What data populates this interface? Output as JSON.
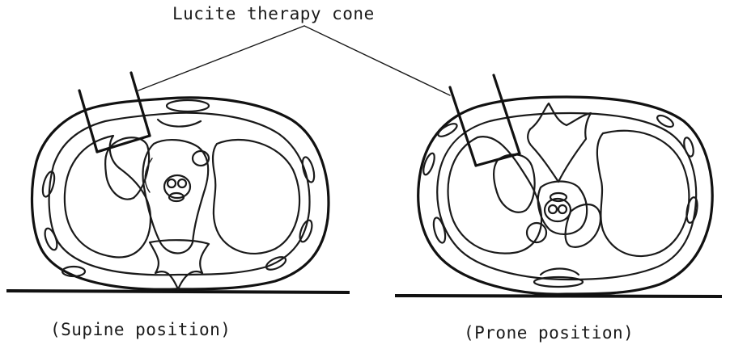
{
  "labels": {
    "cone": "Lucite therapy cone",
    "supine_caption": "(Supine position)",
    "prone_caption": "(Prone position)"
  },
  "colors": {
    "ink": "#1a1a1a",
    "background": "#ffffff"
  }
}
